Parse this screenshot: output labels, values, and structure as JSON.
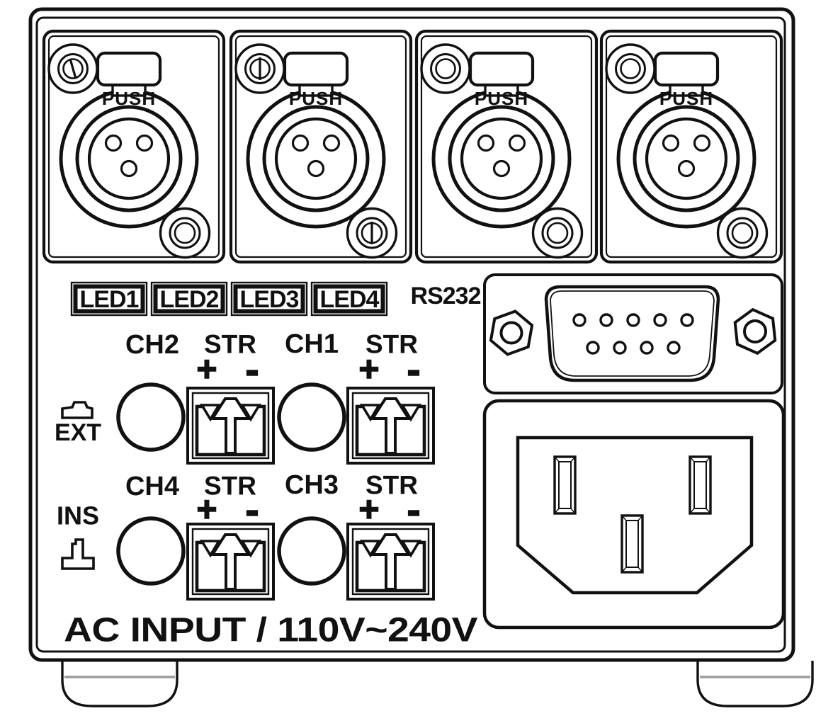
{
  "panel": {
    "background": "#ffffff",
    "line_color": "#111111",
    "foot_line_color": "#9b9b9b"
  },
  "xlr_modules": [
    {
      "push_label": "PUSH"
    },
    {
      "push_label": "PUSH"
    },
    {
      "push_label": "PUSH"
    },
    {
      "push_label": "PUSH"
    }
  ],
  "led_labels": [
    {
      "label": "LED1"
    },
    {
      "label": "LED2"
    },
    {
      "label": "LED3"
    },
    {
      "label": "LED4"
    }
  ],
  "rs232": {
    "label": "RS232"
  },
  "channels": [
    {
      "name": "CH2",
      "strobe_label": "STR",
      "plus": "+",
      "minus": "-"
    },
    {
      "name": "CH1",
      "strobe_label": "STR",
      "plus": "+",
      "minus": "-"
    },
    {
      "name": "CH4",
      "strobe_label": "STR",
      "plus": "+",
      "minus": "-"
    },
    {
      "name": "CH3",
      "strobe_label": "STR",
      "plus": "+",
      "minus": "-"
    }
  ],
  "trigger_modes": {
    "ext_label": "EXT",
    "ins_label": "INS"
  },
  "power": {
    "ac_input_label": "AC INPUT / 110V~240V"
  }
}
